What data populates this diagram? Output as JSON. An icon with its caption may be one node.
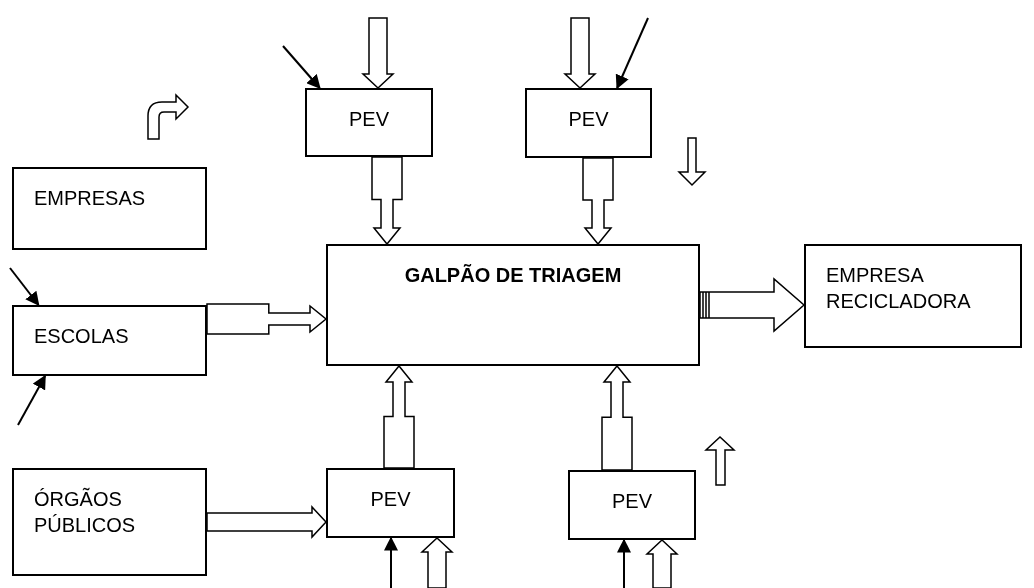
{
  "diagram": {
    "nodes": [
      {
        "text": [
          "PEV"
        ]
      },
      {
        "text": [
          "PEV"
        ]
      },
      {
        "text": [
          "EMPRESAS"
        ]
      },
      {
        "text": [
          "GALPÃO DE TRIAGEM"
        ]
      },
      {
        "text": [
          "EMPRESA RECICLADORA"
        ]
      },
      {
        "text": [
          "ESCOLAS"
        ]
      },
      {
        "text": [
          "ÓRGÃOS PÚBLICOS"
        ]
      },
      {
        "text": [
          "PEV"
        ]
      },
      {
        "text": [
          "PEV"
        ]
      }
    ],
    "edges": [
      {
        "from": null,
        "to": 0,
        "arrow": "to"
      },
      {
        "from": null,
        "to": 0,
        "arrow": "to"
      },
      {
        "from": null,
        "to": 1,
        "arrow": "to"
      },
      {
        "from": null,
        "to": 1,
        "arrow": "to"
      },
      {
        "from": 0,
        "to": 3,
        "arrow": "to"
      },
      {
        "from": 1,
        "to": 3,
        "arrow": "to"
      },
      {
        "from": null,
        "to": 5,
        "arrow": "to"
      },
      {
        "from": null,
        "to": 5,
        "arrow": "to"
      },
      {
        "from": 5,
        "to": 3,
        "arrow": "to"
      },
      {
        "from": 3,
        "to": 4,
        "arrow": "to"
      },
      {
        "from": 7,
        "to": 3,
        "arrow": "to"
      },
      {
        "from": 8,
        "to": 3,
        "arrow": "to"
      },
      {
        "from": 6,
        "to": 7,
        "arrow": "to"
      },
      {
        "from": null,
        "to": 7,
        "arrow": "to"
      },
      {
        "from": null,
        "to": 7,
        "arrow": "to"
      },
      {
        "from": null,
        "to": 8,
        "arrow": "to"
      },
      {
        "from": null,
        "to": 8,
        "arrow": "to"
      }
    ]
  }
}
